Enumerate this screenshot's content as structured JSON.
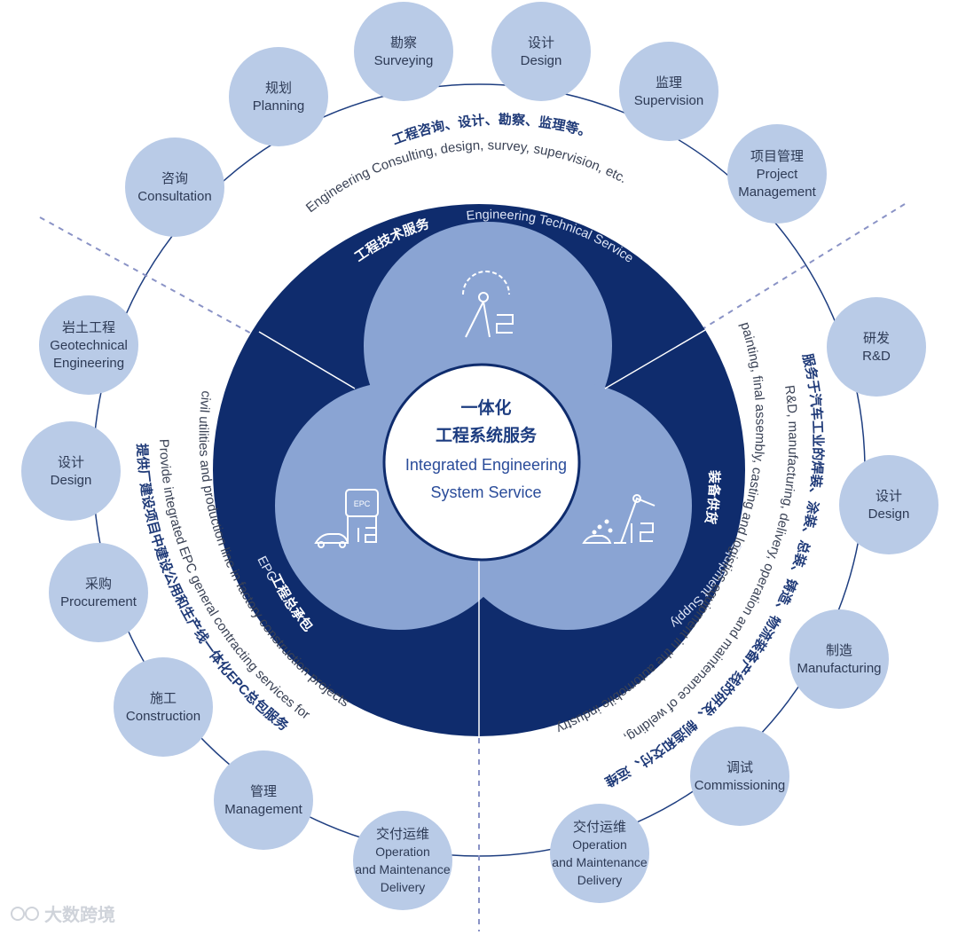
{
  "center": {
    "zh_line1": "一体化",
    "zh_line2": "工程系统服务",
    "en_line1": "Integrated Engineering",
    "en_line2": "System Service"
  },
  "sectors": {
    "engineering_technical": {
      "zh": "工程技术服务",
      "en": "Engineering  Technical Service"
    },
    "epc": {
      "zh": "工程总承包",
      "en": "EPC"
    },
    "equipment": {
      "zh": "装备供货",
      "en": "Equipment Supply"
    }
  },
  "icon_labels": {
    "epc_tank": "EPC"
  },
  "arc_texts": {
    "top_zh": "工程咨询、设计、勘察、监理等。",
    "top_en": "Engineering Consulting, design, survey, supervision, etc.",
    "left_zh": "提供厂建设项目中建设公用和生产线一体化EPC总包服务",
    "left_en1": "Provide integrated EPC general contracting services for",
    "left_en2": "civil utilities and production line in factory construction projects",
    "right_zh": "服务于汽车工业的焊装、涂装、总装、铸造、物流装备产线的研发、制造和交付、运维",
    "right_en1": "R&D, manufacturing, delivery, operation and maintenance of welding,",
    "right_en2": "painting, final assembly, casting and logistics equipment in the automobile industry"
  },
  "outer_nodes": [
    {
      "zh": "咨询",
      "en": [
        "Consultation"
      ]
    },
    {
      "zh": "规划",
      "en": [
        "Planning"
      ]
    },
    {
      "zh": "勘察",
      "en": [
        "Surveying"
      ]
    },
    {
      "zh": "设计",
      "en": [
        "Design"
      ]
    },
    {
      "zh": "监理",
      "en": [
        "Supervision"
      ]
    },
    {
      "zh": "项目管理",
      "en": [
        "Project",
        "Management"
      ]
    },
    {
      "zh": "研发",
      "en": [
        "R&D"
      ]
    },
    {
      "zh": "设计",
      "en": [
        "Design"
      ]
    },
    {
      "zh": "制造",
      "en": [
        "Manufacturing"
      ]
    },
    {
      "zh": "调试",
      "en": [
        "Commissioning"
      ]
    },
    {
      "zh": "交付运维",
      "en": [
        "Operation",
        "and Maintenance",
        "Delivery"
      ]
    },
    {
      "zh": "交付运维",
      "en": [
        "Operation",
        "and Maintenance",
        "Delivery"
      ]
    },
    {
      "zh": "管理",
      "en": [
        "Management"
      ]
    },
    {
      "zh": "施工",
      "en": [
        "Construction"
      ]
    },
    {
      "zh": "采购",
      "en": [
        "Procurement"
      ]
    },
    {
      "zh": "设计",
      "en": [
        "Design"
      ]
    },
    {
      "zh": "岩土工程",
      "en": [
        "Geotechnical",
        "Engineering"
      ]
    }
  ],
  "watermark": "大数跨境",
  "colors": {
    "dark_navy": "#0f2c6d",
    "mid_blue": "#8ea8d6",
    "node_fill": "#b9cbe7",
    "ring_line": "#1e3e80",
    "dashed": "#8a93c6"
  }
}
